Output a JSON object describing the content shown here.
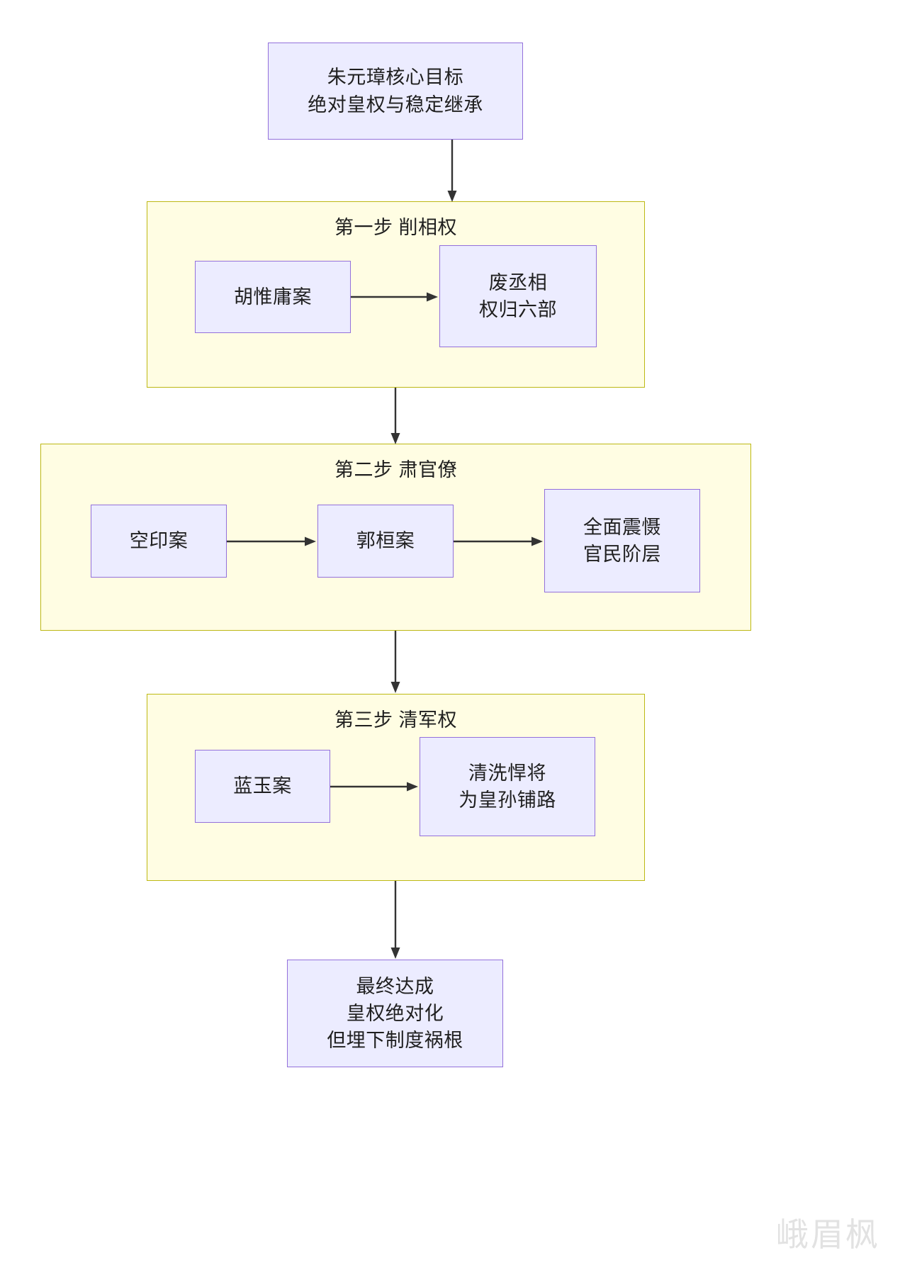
{
  "diagram": {
    "type": "flowchart",
    "direction": "top-to-bottom",
    "root": {
      "id": "goal",
      "lines": [
        "朱元璋核心目标",
        "绝对皇权与稳定继承"
      ]
    },
    "clusters": [
      {
        "id": "step1",
        "title": "第一步 削相权",
        "nodes": [
          {
            "id": "hu-case",
            "lines": [
              "胡惟庸案"
            ]
          },
          {
            "id": "abolish-chancellor",
            "lines": [
              "废丞相",
              "权归六部"
            ]
          }
        ]
      },
      {
        "id": "step2",
        "title": "第二步 肃官僚",
        "nodes": [
          {
            "id": "blank-seal-case",
            "lines": [
              "空印案"
            ]
          },
          {
            "id": "guohuan-case",
            "lines": [
              "郭桓案"
            ]
          },
          {
            "id": "total-deterrence",
            "lines": [
              "全面震慑",
              "官民阶层"
            ]
          }
        ]
      },
      {
        "id": "step3",
        "title": "第三步 清军权",
        "nodes": [
          {
            "id": "lanyu-case",
            "lines": [
              "蓝玉案"
            ]
          },
          {
            "id": "purge-generals",
            "lines": [
              "清洗悍将",
              "为皇孙铺路"
            ]
          }
        ]
      }
    ],
    "outcome": {
      "id": "final-outcome",
      "lines": [
        "最终达成",
        "皇权绝对化",
        "但埋下制度祸根"
      ]
    },
    "watermark": "峨眉枫",
    "colors": {
      "node_fill": "#ececff",
      "node_border": "#9370db",
      "cluster_fill": "#fffde3",
      "cluster_border": "#bdb813",
      "edge": "#333333",
      "text": "#1f1f1f",
      "watermark": "#e2e2e2"
    }
  }
}
